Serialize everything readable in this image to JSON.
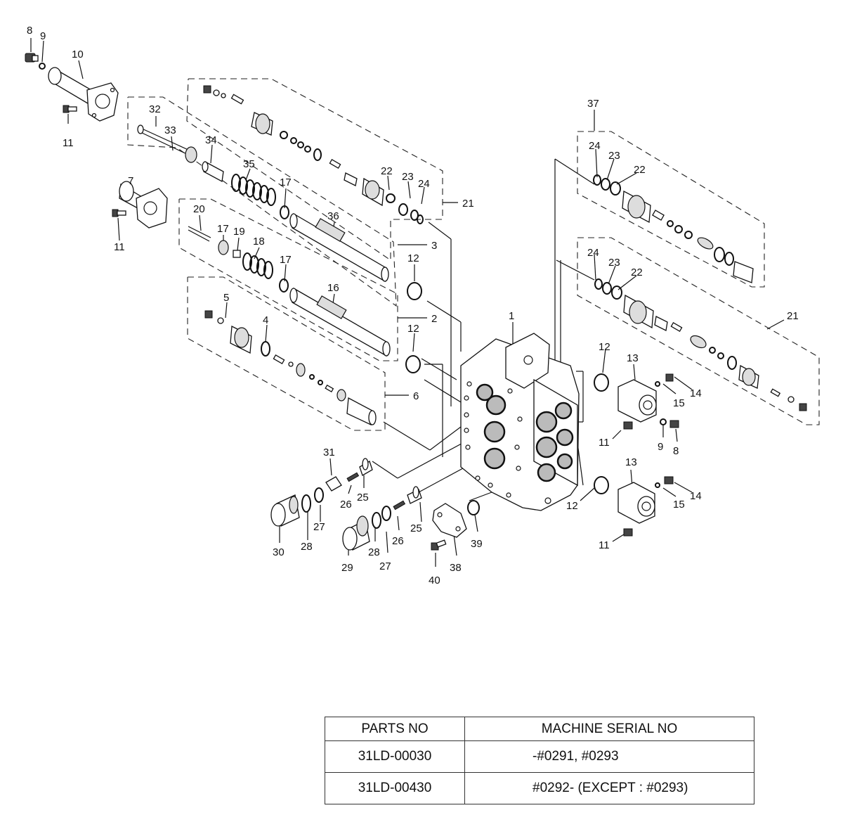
{
  "callouts": [
    "1",
    "2",
    "3",
    "4",
    "5",
    "6",
    "7",
    "8",
    "9",
    "10",
    "11",
    "12",
    "13",
    "14",
    "15",
    "16",
    "17",
    "18",
    "19",
    "20",
    "21",
    "22",
    "23",
    "24",
    "25",
    "26",
    "27",
    "28",
    "29",
    "30",
    "31",
    "32",
    "33",
    "34",
    "35",
    "36",
    "37",
    "38",
    "39",
    "40"
  ],
  "table": {
    "headers": [
      "PARTS NO",
      "MACHINE SERIAL NO"
    ],
    "rows": [
      [
        "31LD-00030",
        "-#0291, #0293"
      ],
      [
        "31LD-00430",
        "#0292-  (EXCEPT : #0293)"
      ]
    ]
  }
}
